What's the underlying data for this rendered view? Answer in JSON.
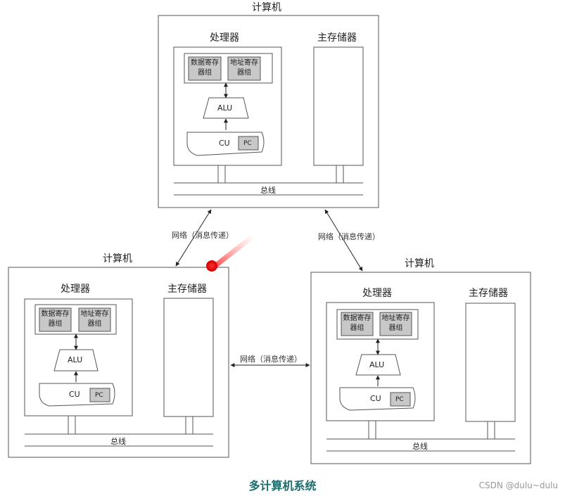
{
  "computers": [
    {
      "title": "计算机",
      "processor_label": "处理器",
      "memory_label": "主存储器",
      "data_registers": "数据寄存器组",
      "address_registers": "地址寄存器组",
      "alu": "ALU",
      "cu": "CU",
      "pc": "PC",
      "bus": "总线"
    },
    {
      "title": "计算机",
      "processor_label": "处理器",
      "memory_label": "主存储器",
      "data_registers": "数据寄存器组",
      "address_registers": "地址寄存器组",
      "alu": "ALU",
      "cu": "CU",
      "pc": "PC",
      "bus": "总线"
    },
    {
      "title": "计算机",
      "processor_label": "处理器",
      "memory_label": "主存储器",
      "data_registers": "数据寄存器组",
      "address_registers": "地址寄存器组",
      "alu": "ALU",
      "cu": "CU",
      "pc": "PC",
      "bus": "总线"
    }
  ],
  "network_labels": [
    "网络（消息传递）",
    "网络（消息传递）",
    "网络（消息传递）"
  ],
  "caption": "多计算机系统",
  "watermark": "CSDN @dulu~dulu",
  "colors": {
    "caption": "#1d6b6b",
    "register_fill": "#c8c8c8",
    "line": "#555555",
    "marker": "#e02020"
  }
}
